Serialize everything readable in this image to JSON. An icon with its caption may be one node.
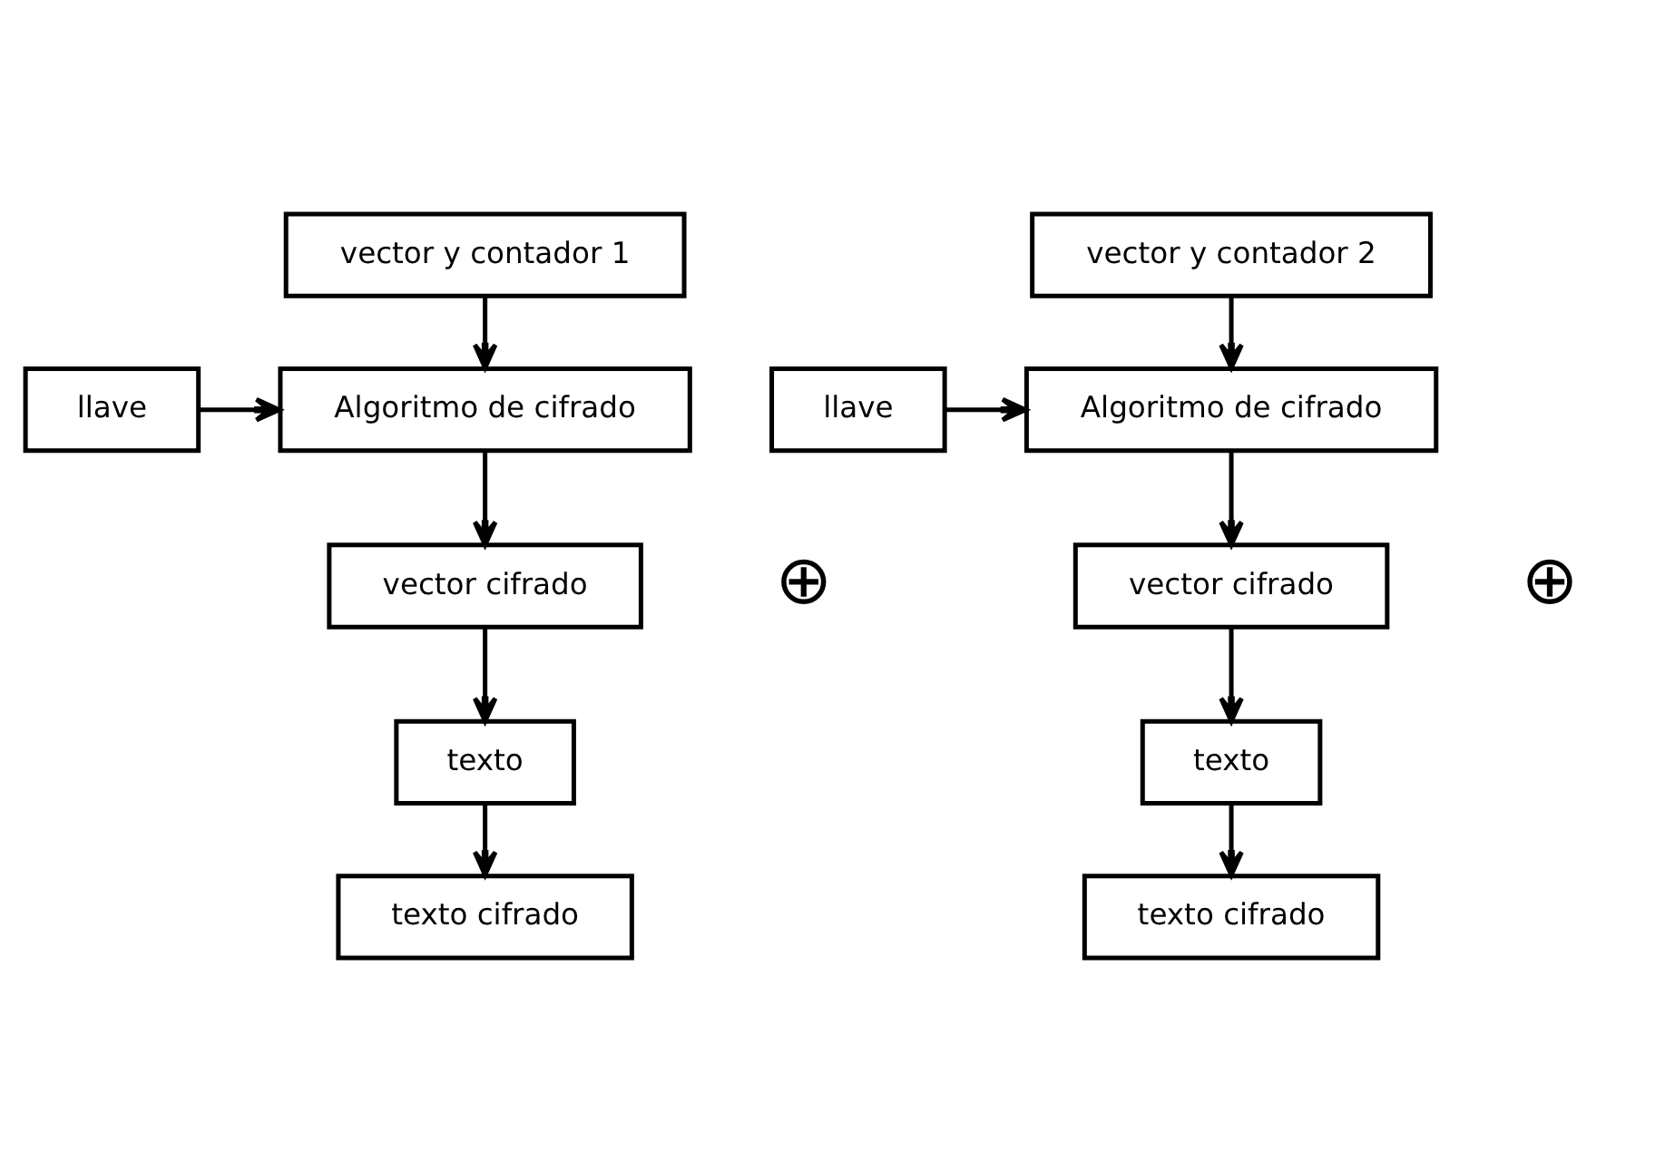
{
  "diagram": {
    "nodes": [
      {
        "text": [
          "vector y contador 1"
        ]
      },
      {
        "text": [
          "vector y contador 2"
        ]
      },
      {
        "text": [
          "llave"
        ]
      },
      {
        "text": [
          "Algoritmo de cifrado"
        ]
      },
      {
        "text": [
          "llave"
        ]
      },
      {
        "text": [
          "Algoritmo de cifrado"
        ]
      },
      {
        "text": [
          "vector cifrado"
        ]
      },
      {
        "text": [
          "vector cifrado"
        ]
      },
      {
        "text": [
          "texto"
        ]
      },
      {
        "text": [
          "texto"
        ]
      },
      {
        "text": [
          "texto cifrado"
        ]
      },
      {
        "text": [
          "texto cifrado"
        ]
      }
    ],
    "edges": [
      {
        "from": 0,
        "to": 3,
        "arrow": "to"
      },
      {
        "from": 2,
        "to": 3,
        "arrow": "to"
      },
      {
        "from": 3,
        "to": 6,
        "arrow": "to"
      },
      {
        "from": 6,
        "to": 8,
        "arrow": "to"
      },
      {
        "from": 8,
        "to": 10,
        "arrow": "to"
      },
      {
        "from": 1,
        "to": 5,
        "arrow": "to"
      },
      {
        "from": 4,
        "to": 5,
        "arrow": "to"
      },
      {
        "from": 5,
        "to": 7,
        "arrow": "to"
      },
      {
        "from": 7,
        "to": 9,
        "arrow": "to"
      },
      {
        "from": 9,
        "to": 11,
        "arrow": "to"
      }
    ],
    "labels": [
      "⊕",
      "⊕"
    ]
  }
}
